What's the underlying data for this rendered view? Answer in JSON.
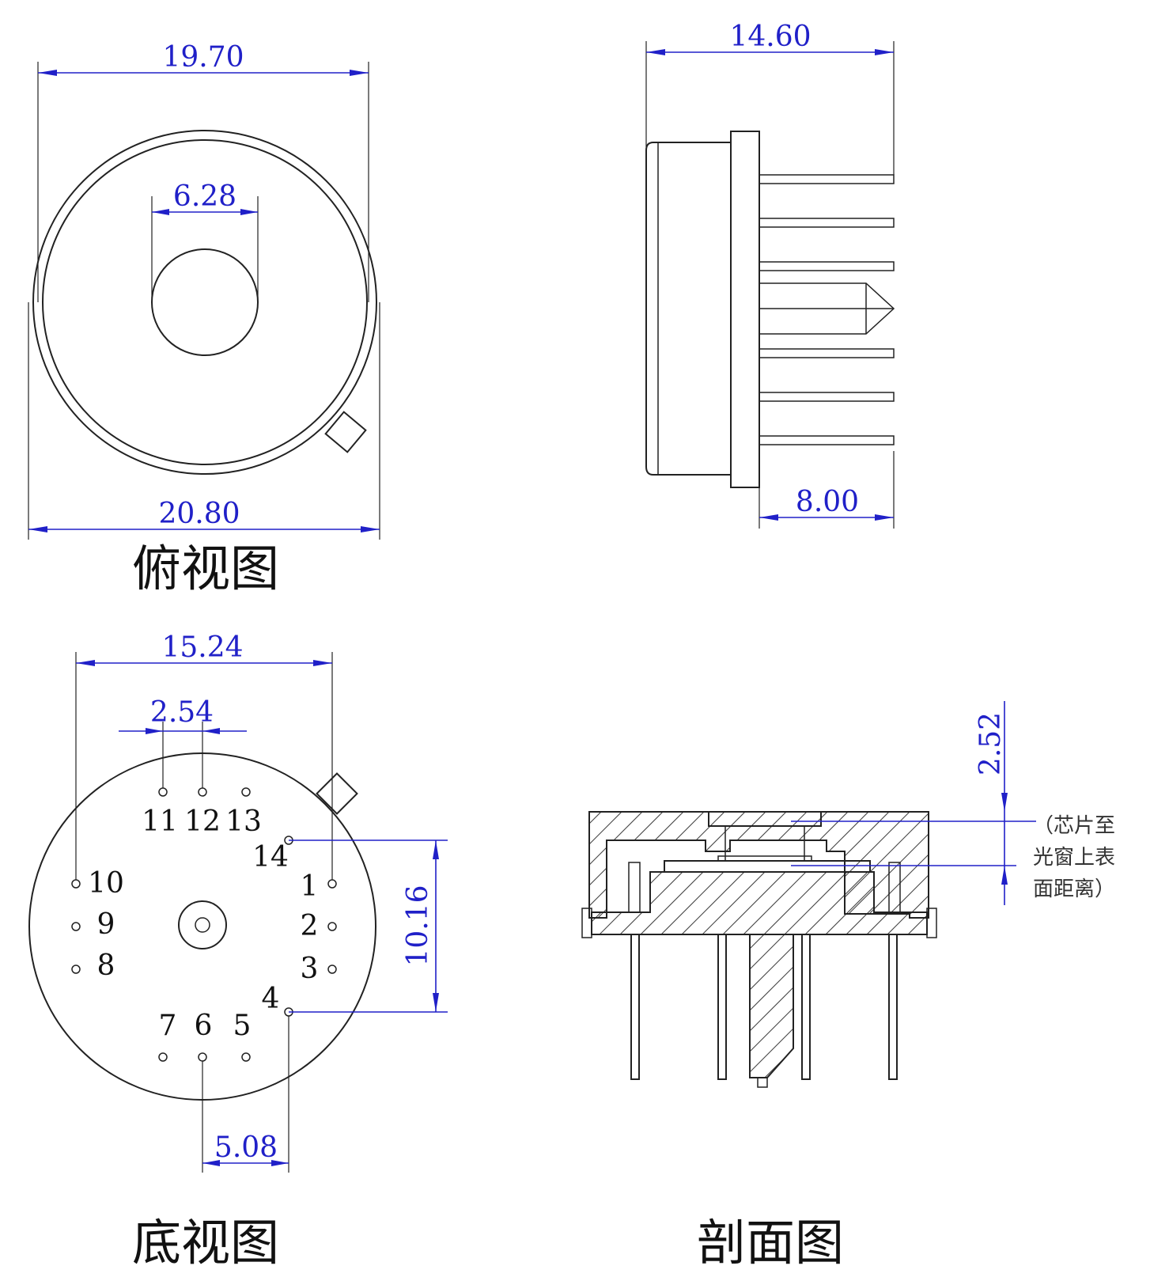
{
  "views": {
    "top_title": "俯视图",
    "bottom_title": "底视图",
    "section_title": "剖面图"
  },
  "dimensions": {
    "top_inner_diameter": "19.70",
    "top_window_diameter": "6.28",
    "top_outer_diameter": "20.80",
    "side_length": "14.60",
    "side_pin_length": "8.00",
    "bottom_pin_span": "15.24",
    "bottom_pin_pitch": "2.54",
    "bottom_vertical_span": "10.16",
    "bottom_pin_group": "5.08",
    "section_depth": "2.52"
  },
  "pins": {
    "p1": "1",
    "p2": "2",
    "p3": "3",
    "p4": "4",
    "p5": "5",
    "p6": "6",
    "p7": "7",
    "p8": "8",
    "p9": "9",
    "p10": "10",
    "p11": "11",
    "p12": "12",
    "p13": "13",
    "p14": "14"
  },
  "section_note": {
    "line1": "（芯片至",
    "line2": "光窗上表",
    "line3": "面距离）"
  },
  "colors": {
    "dimension": "#2020c8",
    "outline": "#222222",
    "background": "#ffffff"
  }
}
